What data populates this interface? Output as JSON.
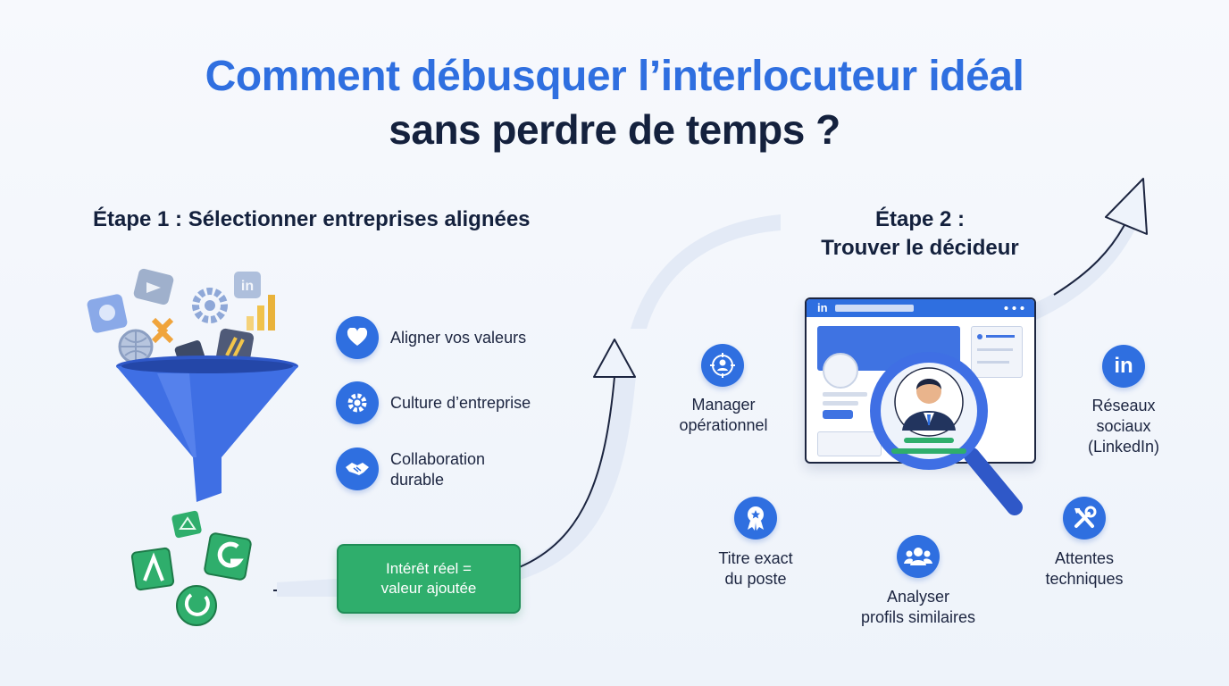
{
  "colors": {
    "blue": "#2f6fe0",
    "green": "#2fae6c",
    "navy": "#14213d"
  },
  "title": {
    "line1": "Comment débusquer l’interlocuteur idéal",
    "line2": "sans perdre de temps ?"
  },
  "step1": {
    "heading": "Étape 1 : Sélectionner entreprises alignées",
    "criteria": [
      {
        "icon": "heart-icon",
        "label": "Aligner vos valeurs"
      },
      {
        "icon": "gear-icon",
        "label": "Culture d’entreprise"
      },
      {
        "icon": "handshake-icon",
        "label_lines": [
          "Collaboration",
          "durable"
        ]
      }
    ],
    "result_lines": [
      "Intérêt réel =",
      "valeur ajoutée"
    ]
  },
  "step2": {
    "heading_lines": [
      "Étape 2 :",
      "Trouver le décideur"
    ],
    "browser_tab": "in",
    "items": [
      {
        "icon": "target-person-icon",
        "label_lines": [
          "Manager",
          "opérationnel"
        ]
      },
      {
        "icon": "linkedin-icon",
        "icon_text": "in",
        "label_lines": [
          "Réseaux",
          "sociaux",
          "(LinkedIn)"
        ]
      },
      {
        "icon": "badge-icon",
        "label_lines": [
          "Titre exact",
          "du poste"
        ]
      },
      {
        "icon": "people-icon",
        "label_lines": [
          "Analyser",
          "profils similaires"
        ]
      },
      {
        "icon": "tools-icon",
        "label_lines": [
          "Attentes",
          "techniques"
        ]
      }
    ]
  }
}
